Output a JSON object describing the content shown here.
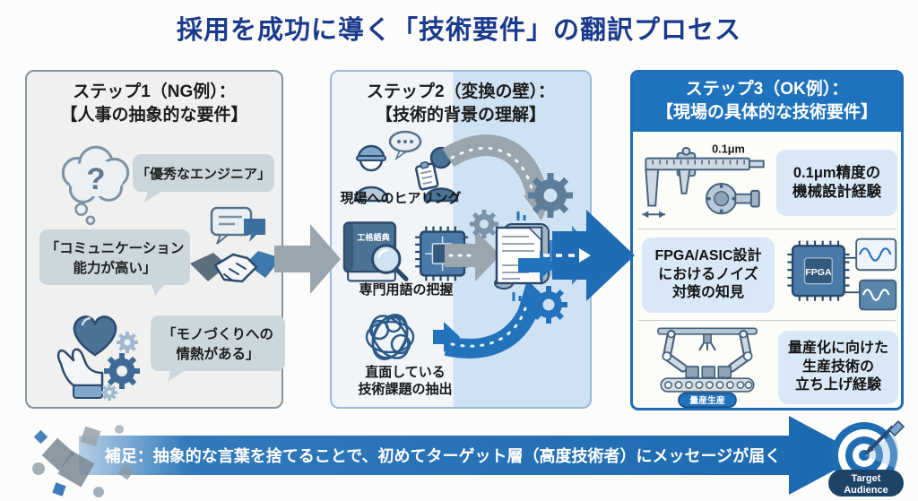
{
  "title": "採用を成功に導く「技術要件」の翻訳プロセス",
  "step1": {
    "header": "ステップ1（NG例）：\n【人事の抽象的な要件】",
    "bubbles": [
      "「優秀なエンジニア」",
      "「コミュニケーション\n能力が高い」",
      "「モノづくりへの\n情熱がある」"
    ]
  },
  "step2": {
    "header": "ステップ2（変換の壁）：\n【技術的背景の理解】",
    "items": [
      "現場へのヒアリング",
      "専門用語の把握",
      "直面している\n技術課題の抽出"
    ],
    "book_label": "工格語典"
  },
  "step3": {
    "header": "ステップ3（OK例）：\n【現場の具体的な技術要件】",
    "caliper_label": "0.1μm",
    "chip_label": "FPGA",
    "factory_badge": "量産生産",
    "bubbles": [
      "0.1μm精度の\n機械設計経験",
      "FPGA/ASIC設計\nにおけるノイズ\n対策の知見",
      "量産化に向けた\n生産技術の\n立ち上げ経験"
    ]
  },
  "footer": {
    "note": "補足：抽象的な言葉を捨てることで、初めてターゲット層（高度技術者）にメッセージが届く",
    "target_line1": "Target",
    "target_line2": "Audience"
  },
  "icons": {
    "thought-cloud-question-icon": "cloud with ?",
    "handshake-chat-icon": "handshake with chat bubbles",
    "hand-heart-gears-icon": "hand holding heart with gears",
    "interview-worker-icon": "hard-hat worker interviewed with clipboard",
    "glossary-magnifier-chip-icon": "technical dictionary, magnifier and chip",
    "tangle-icon": "tangled scribble",
    "document-gears-icon": "translated document with gears",
    "caliper-part-icon": "vernier caliper and machined part",
    "fpga-chip-icon": "FPGA chip with waveform scopes",
    "factory-line-icon": "robot arms over conveyor",
    "target-audience-icon": "bullseye with dart"
  },
  "colors": {
    "title_navy": "#1a3a8c",
    "accent_blue": "#1f6cb5",
    "panel3_header_bg": "#1f72bd",
    "gray_arrow": "#9aa5ae",
    "badge_navy": "#1d4366"
  }
}
